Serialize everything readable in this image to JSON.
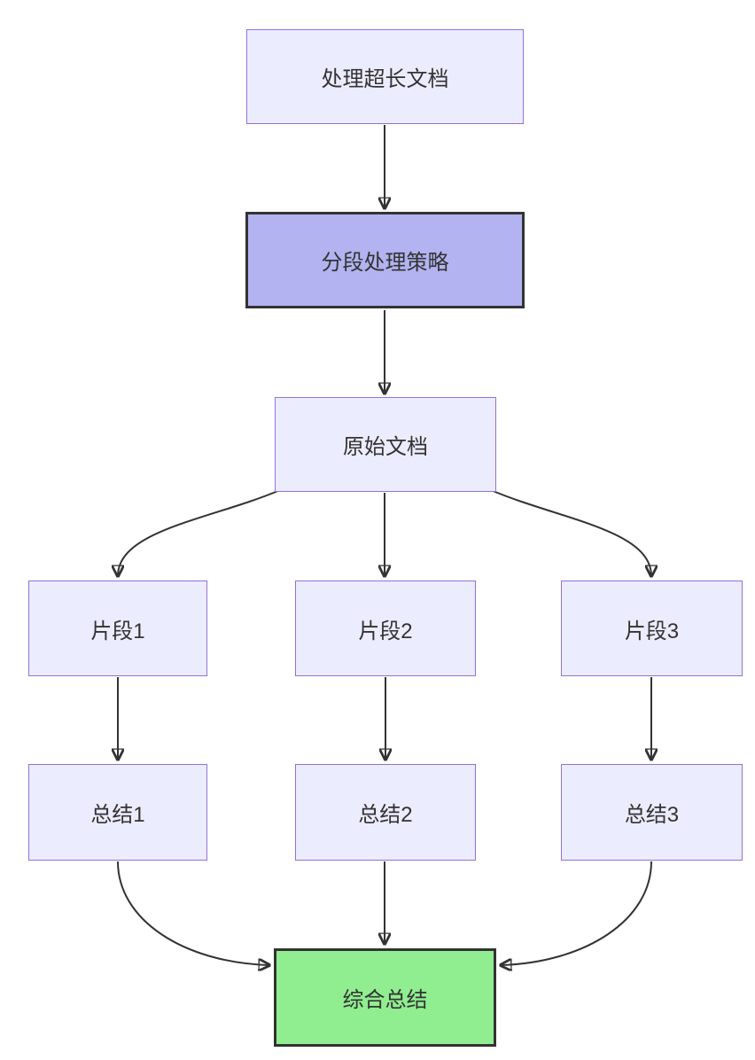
{
  "diagram": {
    "type": "flowchart",
    "direction": "top-down",
    "nodes": [
      {
        "id": "doc",
        "label": "处理超长文档",
        "style": "default"
      },
      {
        "id": "strategy",
        "label": "分段处理策略",
        "style": "emphasis"
      },
      {
        "id": "original",
        "label": "原始文档",
        "style": "default"
      },
      {
        "id": "seg1",
        "label": "片段1",
        "style": "default"
      },
      {
        "id": "seg2",
        "label": "片段2",
        "style": "default"
      },
      {
        "id": "seg3",
        "label": "片段3",
        "style": "default"
      },
      {
        "id": "sum1",
        "label": "总结1",
        "style": "default"
      },
      {
        "id": "sum2",
        "label": "总结2",
        "style": "default"
      },
      {
        "id": "sum3",
        "label": "总结3",
        "style": "default"
      },
      {
        "id": "final",
        "label": "综合总结",
        "style": "result"
      }
    ],
    "edges": [
      {
        "from": "doc",
        "to": "strategy"
      },
      {
        "from": "strategy",
        "to": "original"
      },
      {
        "from": "original",
        "to": "seg1"
      },
      {
        "from": "original",
        "to": "seg2"
      },
      {
        "from": "original",
        "to": "seg3"
      },
      {
        "from": "seg1",
        "to": "sum1"
      },
      {
        "from": "seg2",
        "to": "sum2"
      },
      {
        "from": "seg3",
        "to": "sum3"
      },
      {
        "from": "sum1",
        "to": "final"
      },
      {
        "from": "sum2",
        "to": "final"
      },
      {
        "from": "sum3",
        "to": "final"
      }
    ],
    "colors": {
      "node_fill": "#ECECFF",
      "node_border": "#9370DB",
      "emphasis_fill": "#B3B3F1",
      "emphasis_border": "#333333",
      "result_fill": "#90EE90",
      "result_border": "#333333",
      "edge": "#333333",
      "text": "#333333"
    }
  }
}
